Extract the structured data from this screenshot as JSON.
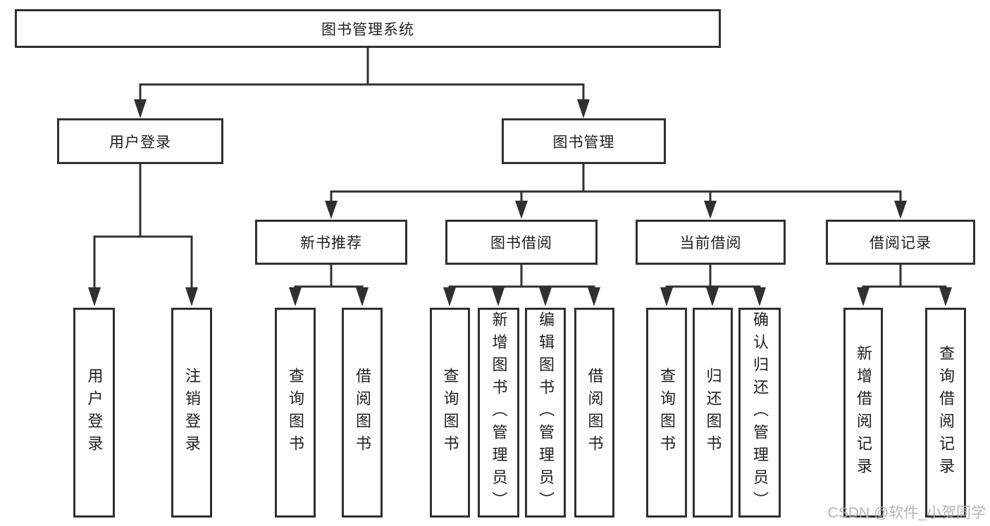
{
  "tree": {
    "root": {
      "label": "图书管理系统",
      "children": [
        {
          "label": "用户登录",
          "children": [
            {
              "label": "用户登录"
            },
            {
              "label": "注销登录"
            }
          ]
        },
        {
          "label": "图书管理",
          "children": [
            {
              "label": "新书推荐",
              "children": [
                {
                  "label": "查询图书"
                },
                {
                  "label": "借阅图书"
                }
              ]
            },
            {
              "label": "图书借阅",
              "children": [
                {
                  "label": "查询图书"
                },
                {
                  "label": "新增图书（管理员）"
                },
                {
                  "label": "编辑图书（管理员）"
                },
                {
                  "label": "借阅图书"
                }
              ]
            },
            {
              "label": "当前借阅",
              "children": [
                {
                  "label": "查询图书"
                },
                {
                  "label": "归还图书"
                },
                {
                  "label": "确认归还（管理员）"
                }
              ]
            },
            {
              "label": "借阅记录",
              "children": [
                {
                  "label": "新增借阅记录"
                },
                {
                  "label": "查询借阅记录"
                }
              ]
            }
          ]
        }
      ]
    }
  },
  "watermark": "CSDN @软件_小贺同学",
  "colors": {
    "line": "#303030",
    "box_border": "#303030",
    "text": "#1f1f1f",
    "watermark": "#acacac",
    "background": "#ffffff"
  }
}
